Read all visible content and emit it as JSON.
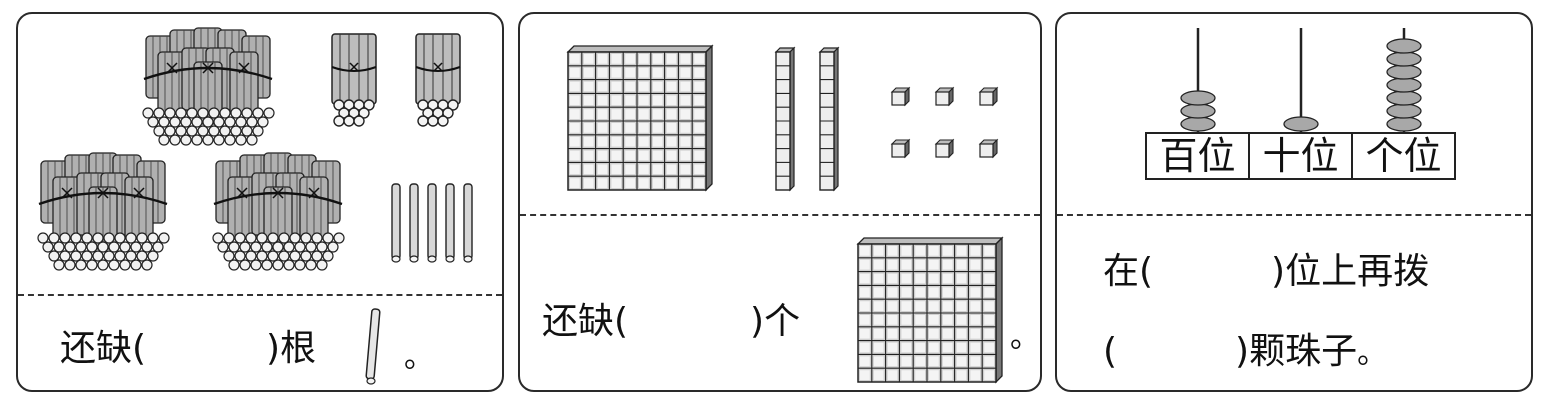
{
  "panel1": {
    "prefix": "还缺(",
    "suffix": ")根",
    "period": "。"
  },
  "panel2": {
    "prefix": "还缺(",
    "suffix": ")个",
    "period": "。"
  },
  "panel3": {
    "labels": [
      "百位",
      "十位",
      "个位"
    ],
    "line1_prefix": "在(",
    "line1_suffix": ")位上再拨",
    "line2_prefix": "(",
    "line2_suffix": ")颗珠子",
    "period": "。"
  }
}
